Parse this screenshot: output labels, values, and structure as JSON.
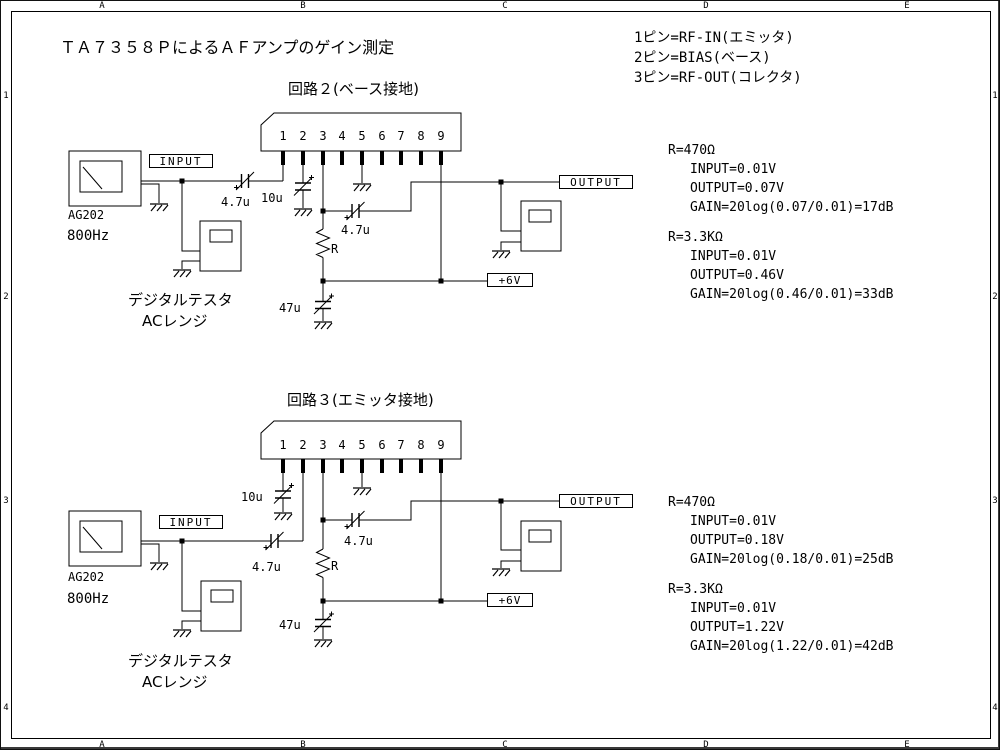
{
  "window": {
    "ruler_columns": [
      "A",
      "B",
      "C",
      "D",
      "E"
    ],
    "ruler_rows": [
      "1",
      "2",
      "3",
      "4"
    ]
  },
  "header": {
    "title": "ＴＡ７３５８ＰによるＡＦアンプのゲイン測定",
    "pin_notes": [
      "1ピン=RF-IN(エミッタ)",
      "2ピン=BIAS(ベース)",
      "3ピン=RF-OUT(コレクタ)"
    ]
  },
  "circuit2": {
    "title": "回路２(ベース接地)",
    "pin_numbers": [
      "1",
      "2",
      "3",
      "4",
      "5",
      "6",
      "7",
      "8",
      "9"
    ],
    "labels": {
      "input": "INPUT",
      "output": "OUTPUT",
      "supply": "+6V",
      "generator_model": "AG202",
      "generator_freq": "800Hz",
      "input_cap": "4.7u",
      "bias_cap": "10u",
      "output_cap": "4.7u",
      "bypass_cap": "47u",
      "resistor": "R",
      "tester_name": "デジタルテスタ",
      "tester_range": "ACレンジ"
    },
    "results": [
      {
        "resistor": "R=470Ω",
        "input": "INPUT=0.01V",
        "output": "OUTPUT=0.07V",
        "gain": "GAIN=20log(0.07/0.01)=17dB"
      },
      {
        "resistor": "R=3.3KΩ",
        "input": "INPUT=0.01V",
        "output": "OUTPUT=0.46V",
        "gain": "GAIN=20log(0.46/0.01)=33dB"
      }
    ]
  },
  "circuit3": {
    "title": "回路３(エミッタ接地)",
    "pin_numbers": [
      "1",
      "2",
      "3",
      "4",
      "5",
      "6",
      "7",
      "8",
      "9"
    ],
    "labels": {
      "input": "INPUT",
      "output": "OUTPUT",
      "supply": "+6V",
      "generator_model": "AG202",
      "generator_freq": "800Hz",
      "input_cap": "4.7u",
      "bias_cap": "10u",
      "output_cap": "4.7u",
      "bypass_cap": "47u",
      "resistor": "R",
      "tester_name": "デジタルテスタ",
      "tester_range": "ACレンジ"
    },
    "results": [
      {
        "resistor": "R=470Ω",
        "input": "INPUT=0.01V",
        "output": "OUTPUT=0.18V",
        "gain": "GAIN=20log(0.18/0.01)=25dB"
      },
      {
        "resistor": "R=3.3KΩ",
        "input": "INPUT=0.01V",
        "output": "OUTPUT=1.22V",
        "gain": "GAIN=20log(1.22/0.01)=42dB"
      }
    ]
  }
}
